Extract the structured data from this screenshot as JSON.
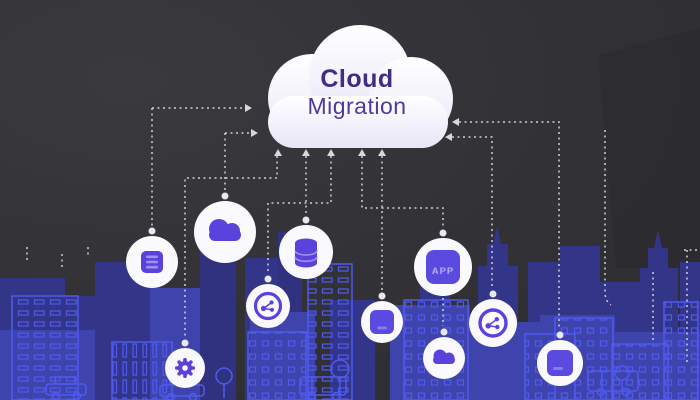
{
  "title": {
    "line1": "Cloud",
    "line2": "Migration"
  },
  "labels": {
    "app_badge": "APP"
  },
  "colors": {
    "background": "#323236",
    "cloud_fill_top": "#ffffff",
    "cloud_fill_bottom": "#e9e5f7",
    "title_color": "#3f2d85",
    "subtitle_color": "#4c3a9c",
    "glyph_purple": "#5a43dc",
    "glyph_light": "#9e92f1",
    "connector": "#cfcfd3",
    "icon_circle": "#faf9fd",
    "skyline_back": "#333589",
    "skyline_front": "#3f43ac",
    "skyline_outline": "#4f5aee"
  },
  "icons": [
    {
      "name": "server-icon"
    },
    {
      "name": "cloud-icon"
    },
    {
      "name": "database-icon"
    },
    {
      "name": "share-icon"
    },
    {
      "name": "gear-icon"
    },
    {
      "name": "app-icon",
      "label": "APP"
    },
    {
      "name": "app-window-icon"
    },
    {
      "name": "share-icon-2"
    },
    {
      "name": "cloud-small-icon"
    },
    {
      "name": "storage-icon"
    }
  ]
}
